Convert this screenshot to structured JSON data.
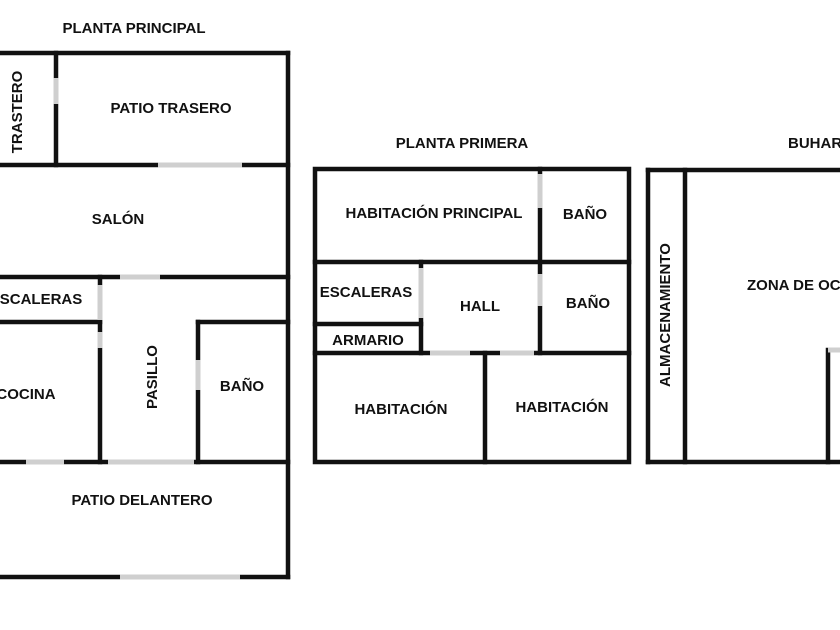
{
  "plans": {
    "main": {
      "title": "PLANTA PRINCIPAL",
      "rooms": {
        "trastero": "TRASTERO",
        "patio_trasero": "PATIO TRASERO",
        "salon": "SALÓN",
        "escaleras": "ESCALERAS",
        "cocina": "COCINA",
        "pasillo": "PASILLO",
        "bano": "BAÑO",
        "patio_delantero": "PATIO DELANTERO"
      }
    },
    "first": {
      "title": "PLANTA PRIMERA",
      "rooms": {
        "habitacion_principal": "HABITACIÓN PRINCIPAL",
        "bano_1": "BAÑO",
        "escaleras": "ESCALERAS",
        "hall": "HALL",
        "bano_2": "BAÑO",
        "armario": "ARMARIO",
        "habitacion_1": "HABITACIÓN",
        "habitacion_2": "HABITACIÓN"
      }
    },
    "attic": {
      "title": "BUHARDILLA",
      "rooms": {
        "almacenamiento": "ALMACENAMIENTO",
        "zona_ocio": "ZONA DE OCIO"
      }
    }
  }
}
